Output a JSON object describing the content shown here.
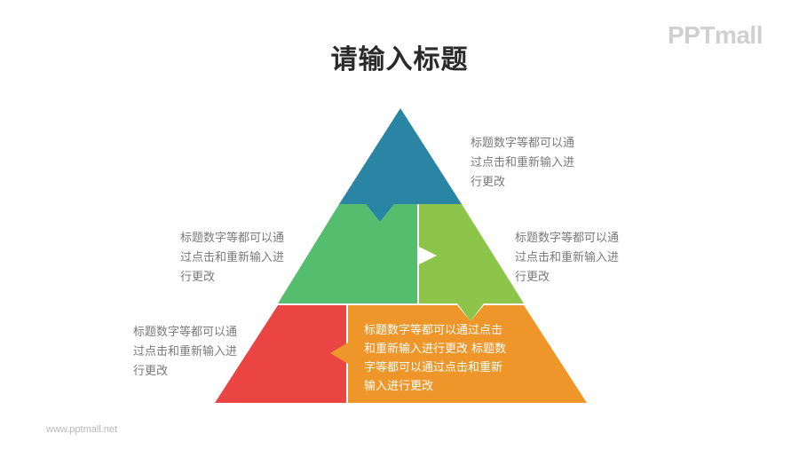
{
  "title": "请输入标题",
  "logo": "PPTmall",
  "footer": "www.pptmall.net",
  "colors": {
    "top": "#2a84a3",
    "middle_left": "#55bd6e",
    "middle_right": "#8dc44a",
    "bottom_left": "#ea4543",
    "bottom_right": "#ef962a"
  },
  "descriptions": {
    "top_right": [
      "标题数字等都可以通",
      "过点击和重新输入进",
      "行更改"
    ],
    "middle_left": [
      "标题数字等都可以通",
      "过点击和重新输入进",
      "行更改"
    ],
    "middle_right": [
      "标题数字等都可以通",
      "过点击和重新输入进",
      "行更改"
    ],
    "bottom_left": [
      "标题数字等都可以通",
      "过点击和重新输入进",
      "行更改"
    ],
    "bottom_inner": [
      "标题数字等都可以通过点击",
      "和重新输入进行更改 标题数",
      "字等都可以通过点击和重新",
      "输入进行更改"
    ]
  }
}
